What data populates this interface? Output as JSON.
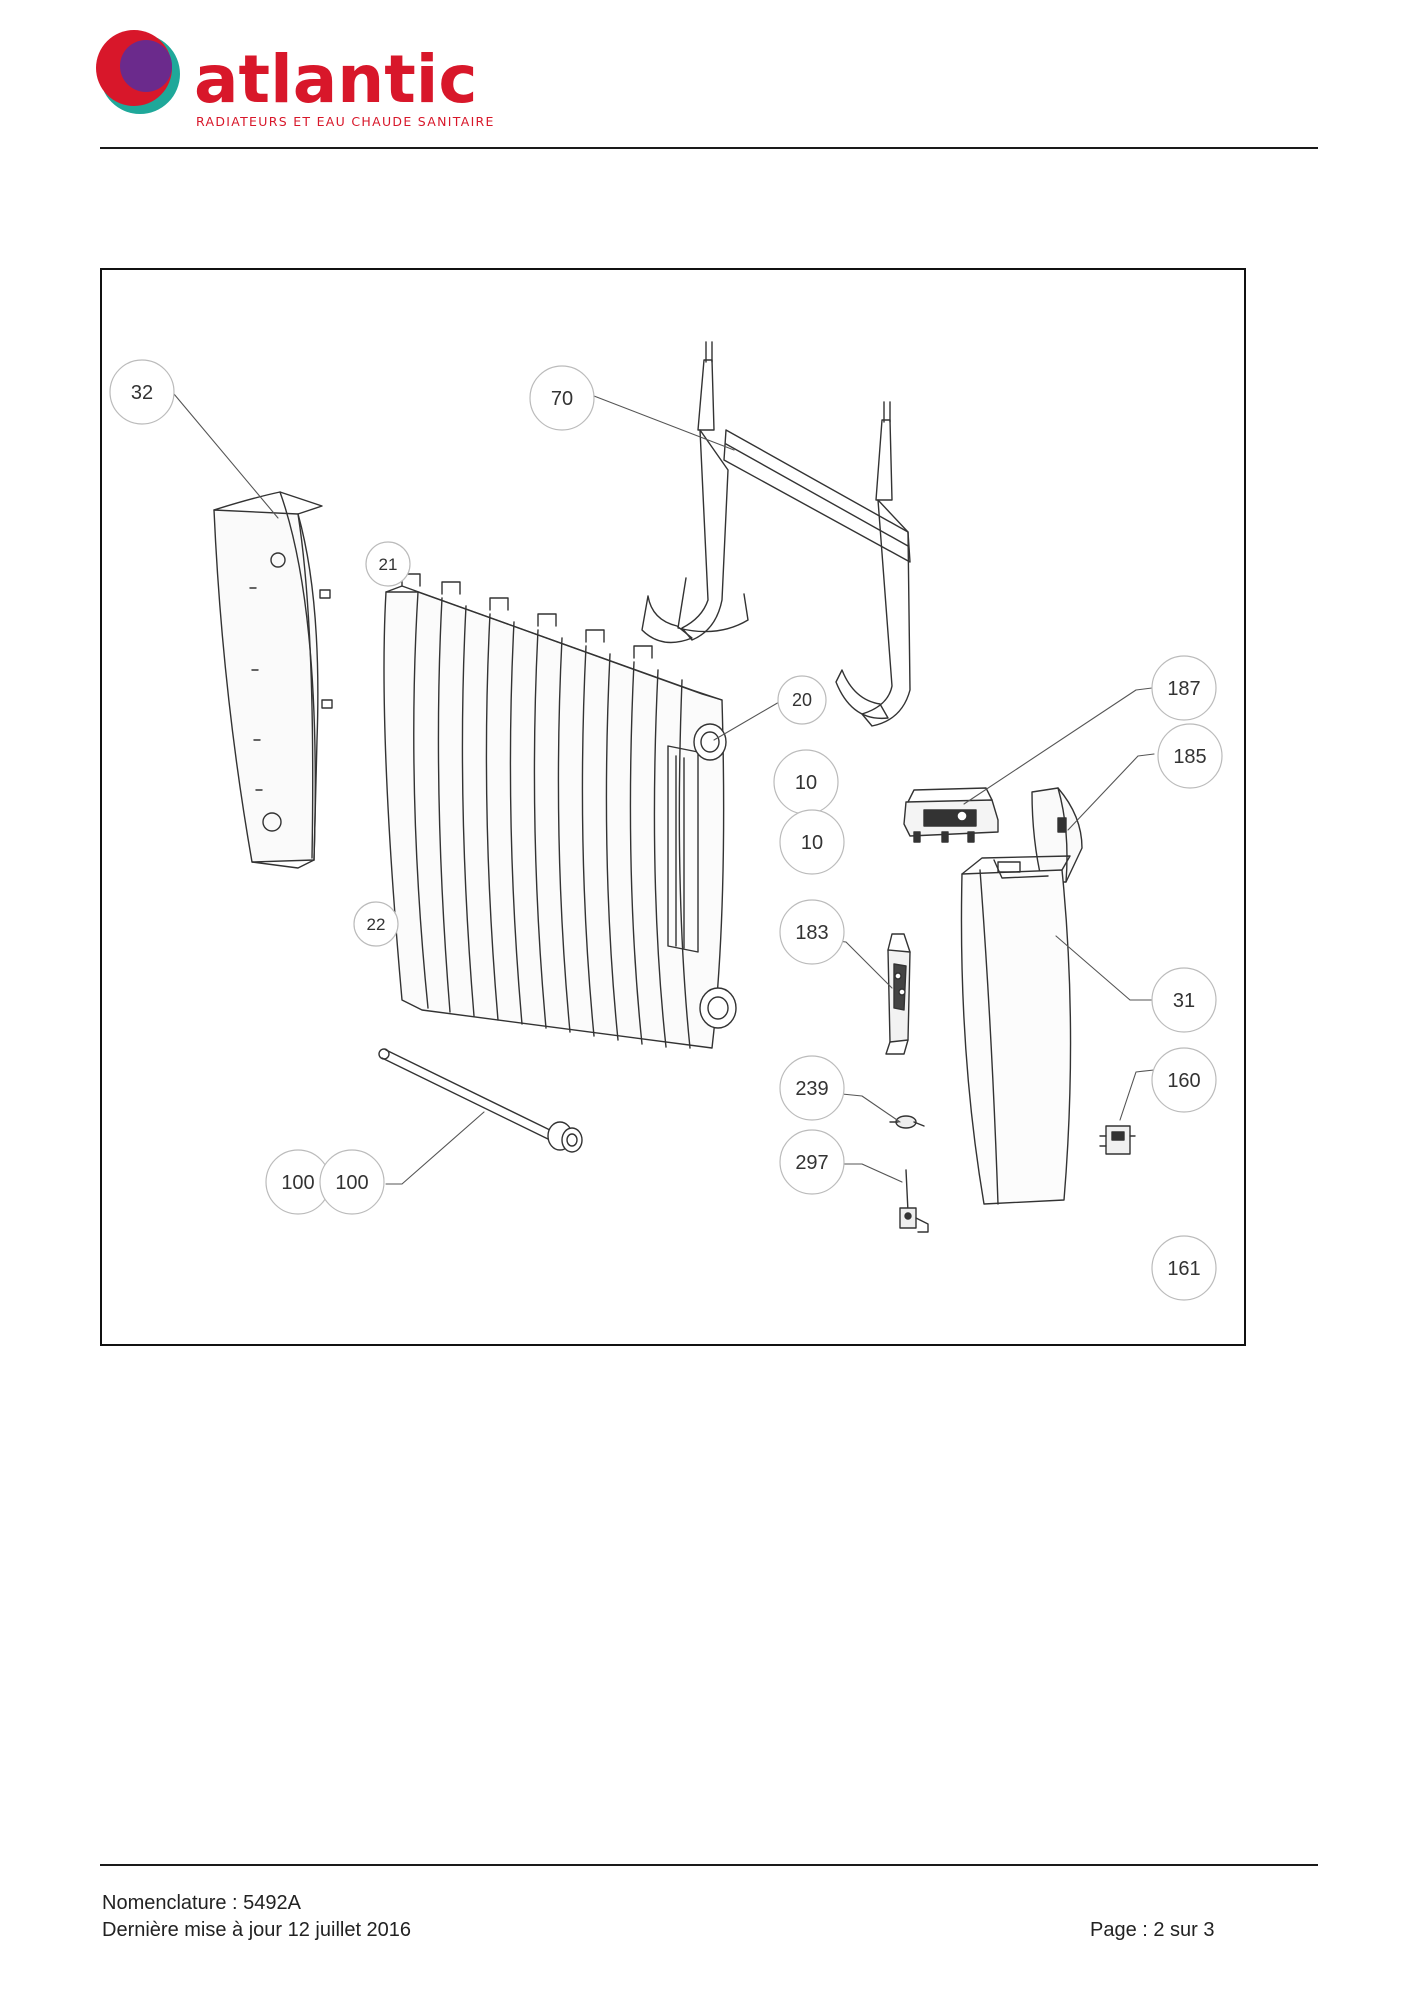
{
  "header": {
    "brand_name": "atlantic",
    "tagline": "RADIATEURS ET EAU CHAUDE SANITAIRE",
    "colors": {
      "brand_red": "#d8172a",
      "logo_purple": "#6b2a8c",
      "logo_teal": "#1fa89a",
      "logo_red": "#d8172a"
    }
  },
  "diagram": {
    "callouts": [
      {
        "id": "c32",
        "label": "32"
      },
      {
        "id": "c70",
        "label": "70"
      },
      {
        "id": "c21",
        "label": "21"
      },
      {
        "id": "c20",
        "label": "20"
      },
      {
        "id": "c10a",
        "label": "10"
      },
      {
        "id": "c10b",
        "label": "10"
      },
      {
        "id": "c22",
        "label": "22"
      },
      {
        "id": "c183",
        "label": "183"
      },
      {
        "id": "c187",
        "label": "187"
      },
      {
        "id": "c185",
        "label": "185"
      },
      {
        "id": "c31",
        "label": "31"
      },
      {
        "id": "c160",
        "label": "160"
      },
      {
        "id": "c239",
        "label": "239"
      },
      {
        "id": "c297",
        "label": "297"
      },
      {
        "id": "c100a",
        "label": "100"
      },
      {
        "id": "c100b",
        "label": "100"
      },
      {
        "id": "c161",
        "label": "161"
      }
    ]
  },
  "footer": {
    "nomenclature": "Nomenclature : 5492A",
    "last_update": "Dernière mise à jour 12 juillet 2016",
    "page": "Page : 2 sur 3"
  }
}
